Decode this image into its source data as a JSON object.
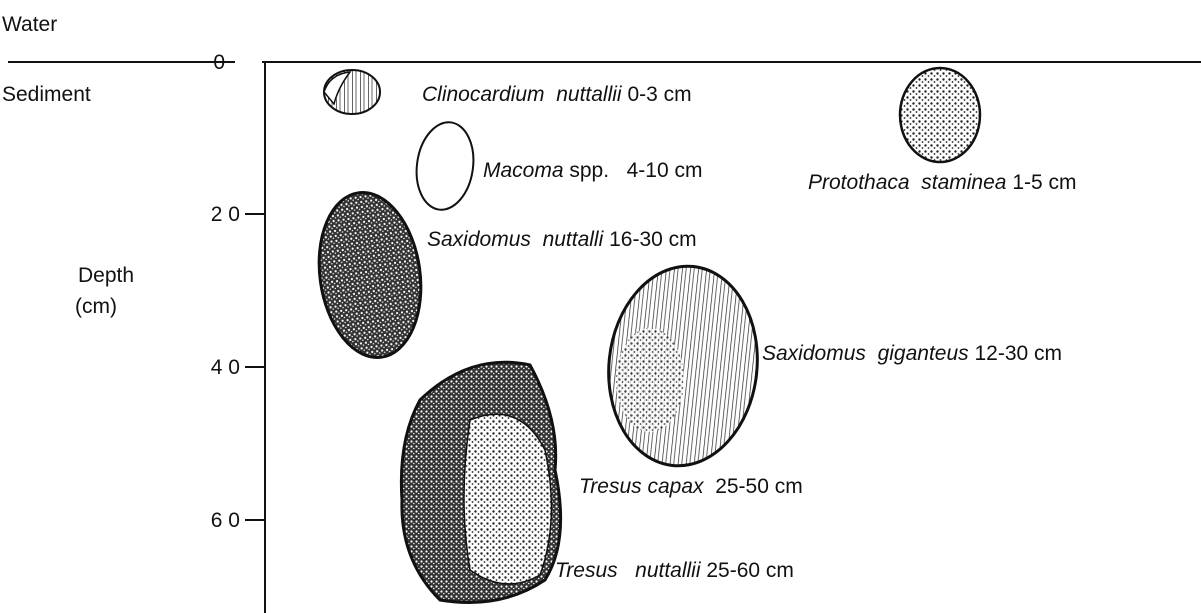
{
  "labels": {
    "water": "Water",
    "sediment": "Sediment",
    "depth": "Depth",
    "depth_unit": "(cm)"
  },
  "depth_ticks": [
    "0",
    "2 0",
    "4 0",
    "6 0"
  ],
  "species": [
    {
      "genus": "Clinocardium",
      "epithet": "nuttallii",
      "depth": "0-3 cm"
    },
    {
      "genus": "Macoma",
      "epithet": "spp.",
      "depth": "4-10 cm"
    },
    {
      "genus": "Protothaca",
      "epithet": "staminea",
      "depth": "1-5 cm"
    },
    {
      "genus": "Saxidomus",
      "epithet": "nuttalli",
      "depth": "16-30 cm"
    },
    {
      "genus": "Saxidomus",
      "epithet": "giganteus",
      "depth": "12-30 cm"
    },
    {
      "genus": "Tresus",
      "epithet": "capax",
      "depth": "25-50 cm"
    },
    {
      "genus": "Tresus",
      "epithet": "nuttallii",
      "depth": "25-60 cm"
    }
  ]
}
